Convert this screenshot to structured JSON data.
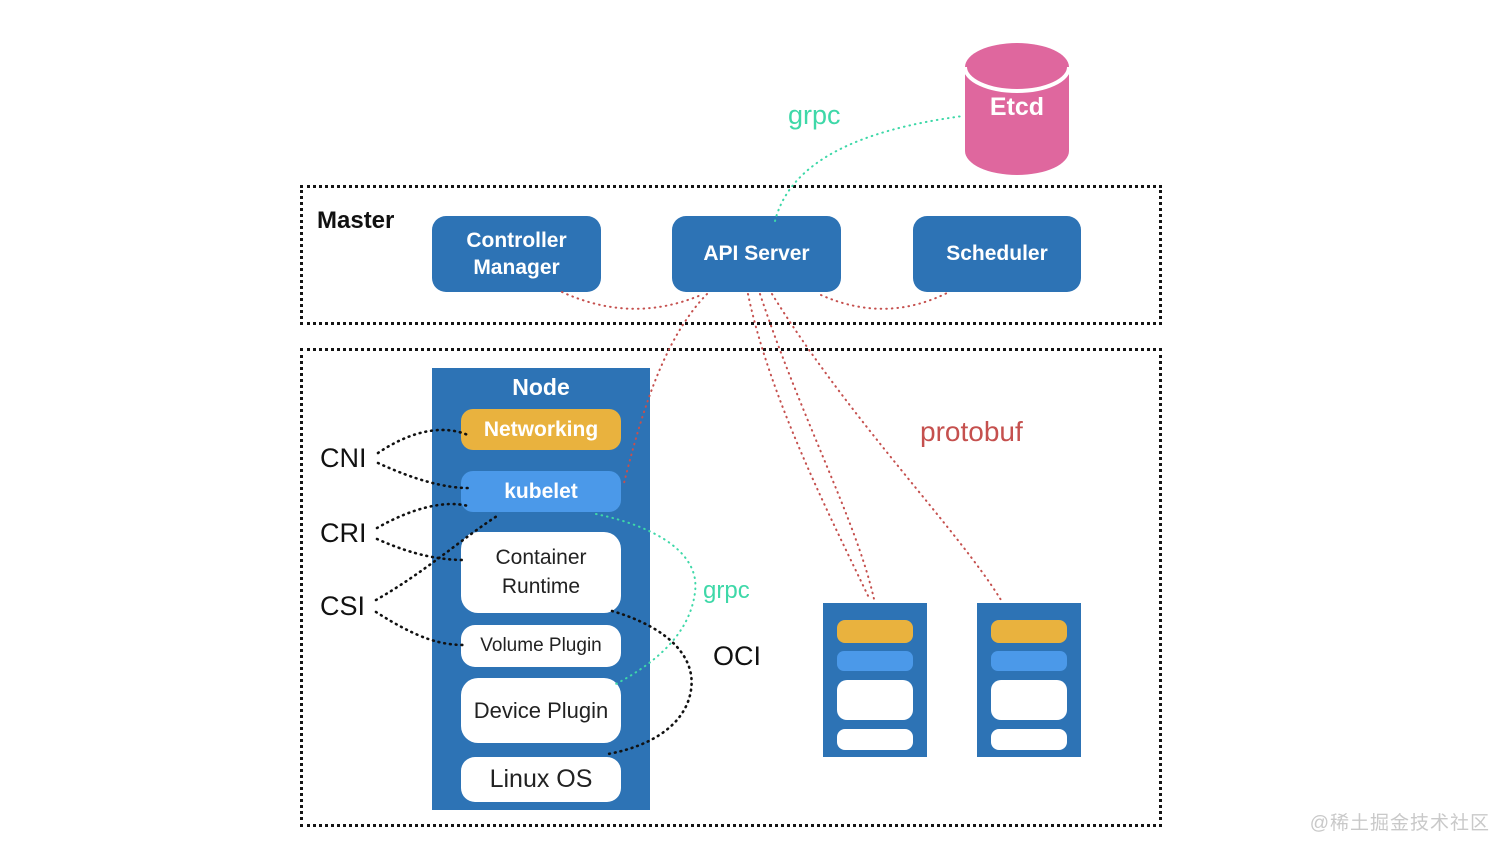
{
  "etcd": {
    "label": "Etcd"
  },
  "master": {
    "label": "Master",
    "controller_manager": "Controller Manager",
    "api_server": "API Server",
    "scheduler": "Scheduler"
  },
  "node": {
    "label": "Node",
    "networking": "Networking",
    "kubelet": "kubelet",
    "container_runtime": "Container Runtime",
    "volume_plugin": "Volume Plugin",
    "device_plugin": "Device Plugin",
    "linux_os": "Linux OS"
  },
  "interfaces": {
    "cni": "CNI",
    "cri": "CRI",
    "csi": "CSI"
  },
  "connections": {
    "grpc_top": "grpc",
    "grpc_node": "grpc",
    "oci": "OCI",
    "protobuf": "protobuf"
  },
  "watermark": "@稀土掘金技术社区",
  "colors": {
    "primary_blue": "#2d73b5",
    "light_blue": "#4b99e9",
    "orange": "#e9b23e",
    "pink": "#df679e",
    "teal": "#3ed8a8",
    "red": "#c5504e"
  }
}
